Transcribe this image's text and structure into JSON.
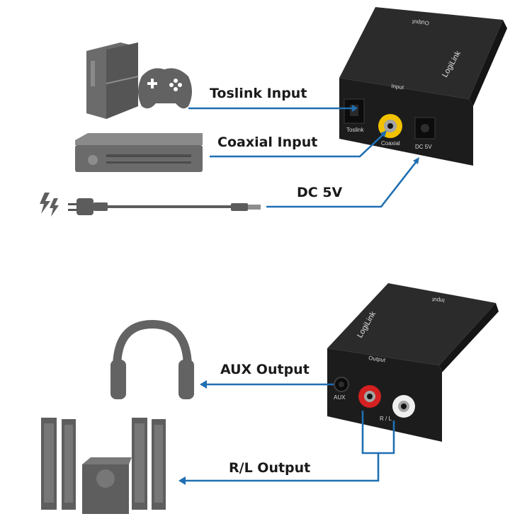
{
  "input_section": {
    "connections": [
      {
        "label": "Toslink Input"
      },
      {
        "label": "Coaxial Input"
      },
      {
        "label": "DC 5V"
      }
    ],
    "device": {
      "brand": "LogiLink",
      "face_label": "Input",
      "top_label": "Output",
      "port_labels": [
        "Toslink",
        "Coaxial",
        "DC 5V"
      ]
    }
  },
  "output_section": {
    "connections": [
      {
        "label": "AUX Output"
      },
      {
        "label": "R/L Output"
      }
    ],
    "device": {
      "brand": "LogiLink",
      "face_label": "Output",
      "top_label": "Input",
      "port_labels": [
        "AUX",
        "R / L"
      ]
    }
  },
  "colors": {
    "wire": "#1f6fb2",
    "device_gray": "#6b6b6b",
    "box_black": "#1c1c1c",
    "rca_yellow": "#f2c200",
    "rca_red": "#d42020",
    "rca_white": "#efefef"
  },
  "icons": [
    "game-console-icon",
    "gamepad-icon",
    "set-top-box-icon",
    "power-plug-icon",
    "electricity-icon",
    "headphones-icon",
    "speaker-system-icon"
  ]
}
